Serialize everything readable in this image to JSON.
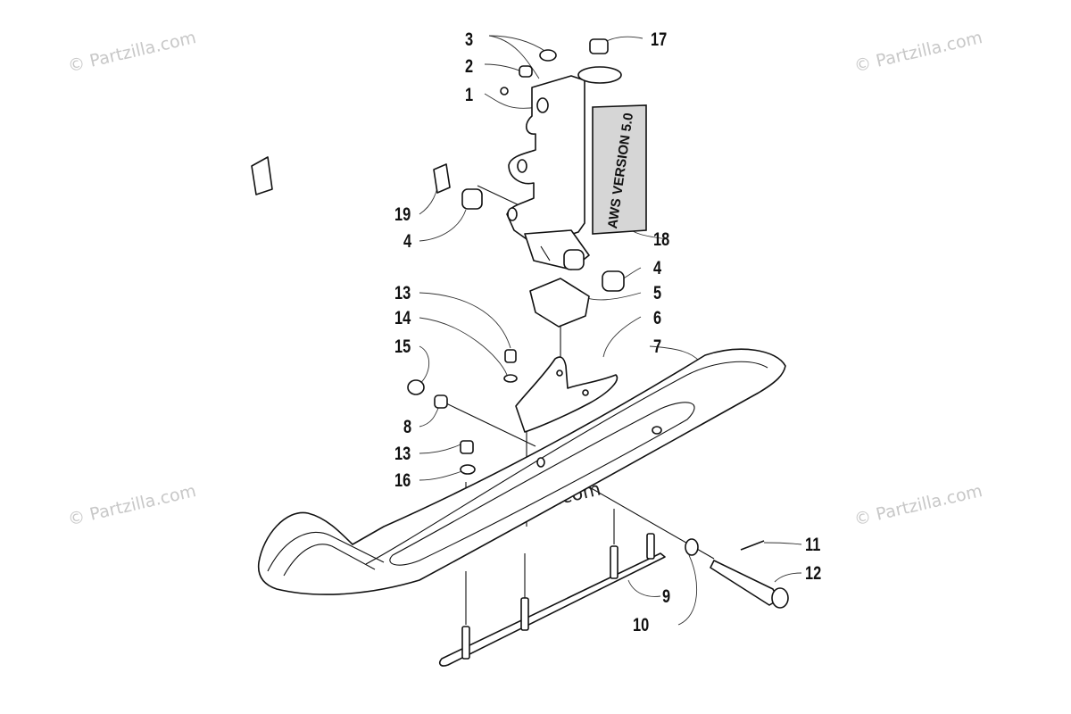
{
  "watermark_text": "© Partzilla.com",
  "center_watermark_text": "© Partzilla.com",
  "decal_text": "AWS VERSION 5.0",
  "callouts": [
    {
      "id": "c3",
      "label": "3"
    },
    {
      "id": "c2",
      "label": "2"
    },
    {
      "id": "c1",
      "label": "1"
    },
    {
      "id": "c17",
      "label": "17"
    },
    {
      "id": "c19",
      "label": "19"
    },
    {
      "id": "c4a",
      "label": "4"
    },
    {
      "id": "c18",
      "label": "18"
    },
    {
      "id": "c4b",
      "label": "4"
    },
    {
      "id": "c5",
      "label": "5"
    },
    {
      "id": "c13a",
      "label": "13"
    },
    {
      "id": "c6",
      "label": "6"
    },
    {
      "id": "c14",
      "label": "14"
    },
    {
      "id": "c7",
      "label": "7"
    },
    {
      "id": "c15",
      "label": "15"
    },
    {
      "id": "c8",
      "label": "8"
    },
    {
      "id": "c13b",
      "label": "13"
    },
    {
      "id": "c16",
      "label": "16"
    },
    {
      "id": "c11",
      "label": "11"
    },
    {
      "id": "c12",
      "label": "12"
    },
    {
      "id": "c9",
      "label": "9"
    },
    {
      "id": "c10",
      "label": "10"
    }
  ]
}
